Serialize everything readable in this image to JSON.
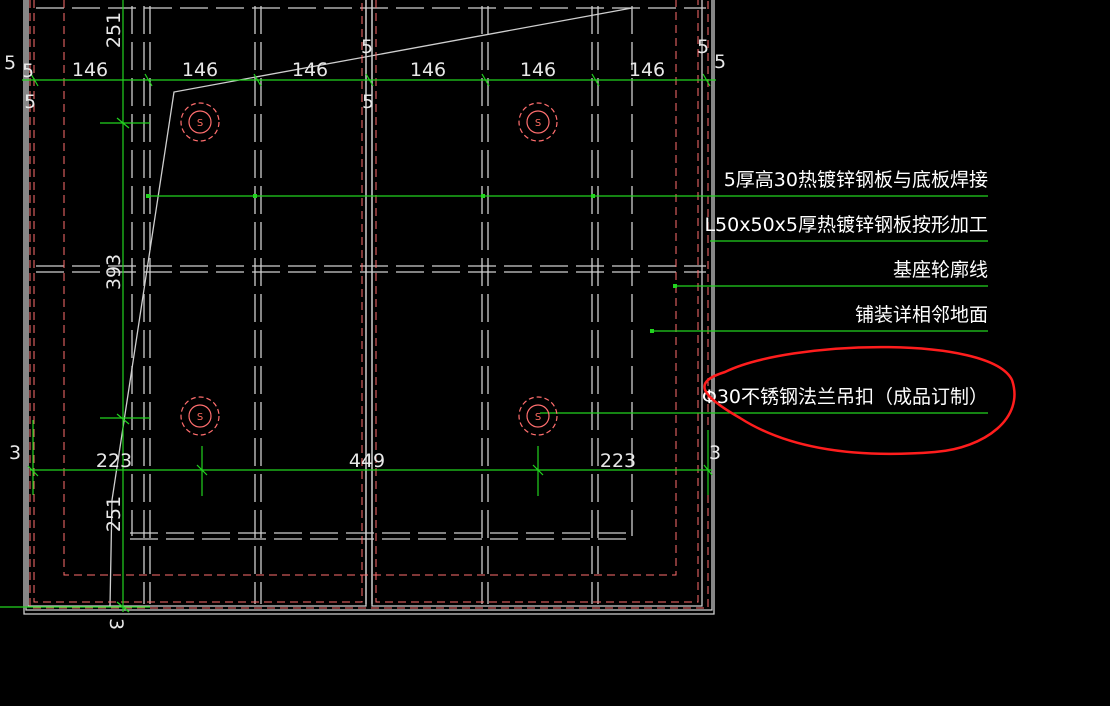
{
  "colors": {
    "background": "#000000",
    "dimension_line": "#22d31f",
    "geometry": "#d4d4d4",
    "red_dashed": "#ff6e6e",
    "highlight": "#ff1d1d",
    "text": "#ffffff"
  },
  "dimensions": {
    "top_left_5a": "5",
    "top_left_5b": "5",
    "top_left_5c": "5",
    "top_mid_5a": "5",
    "top_mid_5b": "5",
    "top_right_5a": "5",
    "top_right_5b": "5",
    "top_seg_1": "146",
    "top_seg_2": "146",
    "top_seg_3": "146",
    "top_seg_4": "146",
    "top_seg_5": "146",
    "top_seg_6": "146",
    "bottom_left_3": "3",
    "bottom_right_3": "3",
    "bottom_seg_1": "223",
    "bottom_seg_2": "449",
    "bottom_seg_3": "223",
    "vert_top_251": "251",
    "vert_mid_393": "393",
    "vert_bottom_251": "251",
    "vert_bottom_3": "3"
  },
  "anchor_symbol": "S",
  "labels": [
    "5厚高30热镀锌钢板与底板焊接",
    "L50x50x5厚热镀锌钢板按形加工",
    "基座轮廓线",
    "铺装详相邻地面",
    "Φ30不锈钢法兰吊扣（成品订制）"
  ]
}
